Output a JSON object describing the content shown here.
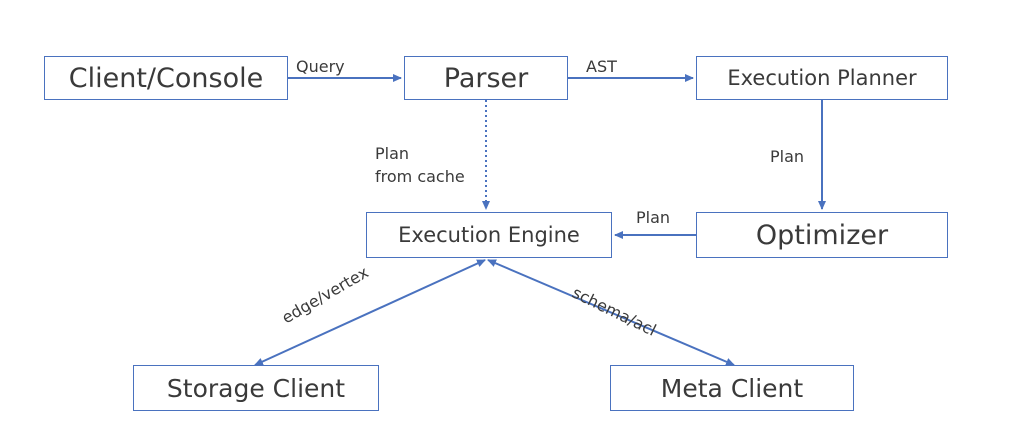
{
  "nodes": {
    "client_console": "Client/Console",
    "parser": "Parser",
    "execution_planner": "Execution Planner",
    "execution_engine": "Execution Engine",
    "optimizer": "Optimizer",
    "storage_client": "Storage Client",
    "meta_client": "Meta Client"
  },
  "edges": {
    "query": "Query",
    "ast": "AST",
    "plan_planner_to_optimizer": "Plan",
    "plan_optimizer_to_engine": "Plan",
    "plan_from_cache_line1": "Plan",
    "plan_from_cache_line2": "from cache",
    "edge_vertex": "edge/vertex",
    "schema_acl": "schema/acl"
  },
  "colors": {
    "box_border": "#4a72bf",
    "arrow": "#4a72bf",
    "text": "#3a3a3a"
  }
}
